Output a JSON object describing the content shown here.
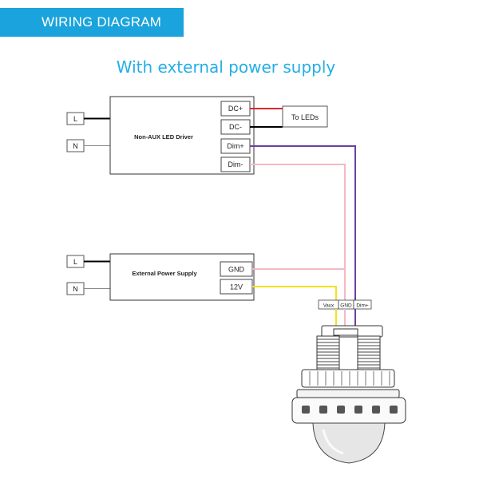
{
  "header": {
    "title": "WIRING DIAGRAM"
  },
  "subtitle": "With external power supply",
  "driver": {
    "label": "Non-AUX LED Driver",
    "input_l": "L",
    "input_n": "N",
    "terminals": [
      "DC+",
      "DC-",
      "Dim+",
      "Dim-"
    ]
  },
  "led_output": {
    "label": "To LEDs"
  },
  "power_supply": {
    "label": "External Power Supply",
    "input_l": "L",
    "input_n": "N",
    "terminals": [
      "GND",
      "12V"
    ]
  },
  "sensor": {
    "terminals": {
      "vaux": "Vaux",
      "gnd": "GND",
      "dim": "Dim+"
    }
  },
  "colors": {
    "header": "#1aa3dc",
    "subtitle": "#23aee6",
    "wire_red": "#e0262b",
    "wire_purple": "#6b3fa0",
    "wire_pink": "#f4b8c4",
    "wire_yellow": "#f3e21a",
    "wire_black": "#000000"
  }
}
